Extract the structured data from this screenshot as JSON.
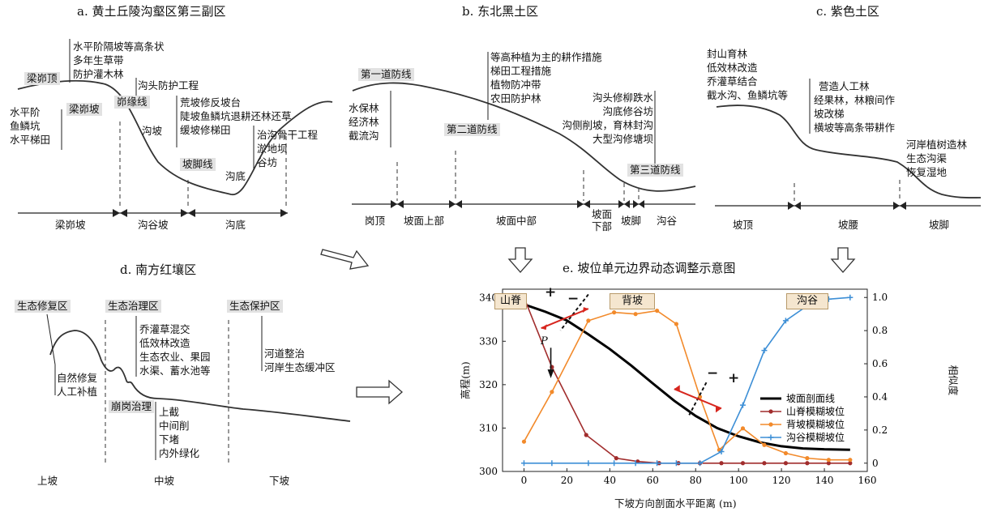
{
  "panel_a": {
    "title": "a. 黄土丘陵沟壑区第三副区",
    "tag_ridge_top": "梁峁顶",
    "ridge_top_measures": [
      "水平阶隔坡等高条状",
      "多年生草带",
      "防护灌木林"
    ],
    "ridge_slope_label": "梁峁坡",
    "ridge_slope_measures": [
      "水平阶",
      "鱼鳞坑",
      "水平梯田"
    ],
    "tag_edge_line": "峁缘线",
    "gully_head": "沟头防护工程",
    "gully_slope_label": "沟坡",
    "gully_slope_measures": [
      "荒坡修反坡台",
      "陡坡鱼鳞坑退耕还林还草",
      "缓坡修梯田"
    ],
    "tag_toe_line": "坡脚线",
    "gully_bottom_label": "沟底",
    "gully_bottom_measures": [
      "治沟骨干工程",
      "淤地坝",
      "谷坊"
    ],
    "axis": [
      "梁峁坡",
      "沟谷坡",
      "沟底"
    ]
  },
  "panel_b": {
    "title": "b. 东北黑土区",
    "tag_line1": "第一道防线",
    "line1_measures": [
      "水保林",
      "经济林",
      "截流沟"
    ],
    "top_measures": [
      "等高种植为主的耕作措施",
      "梯田工程措施",
      "植物防冲带",
      "农田防护林"
    ],
    "tag_line2": "第二道防线",
    "right_measures": [
      "沟头修柳跌水",
      "沟底修谷坊",
      "沟侧削坡，育林封沟",
      "大型沟修塘坝"
    ],
    "tag_line3": "第三道防线",
    "axis": [
      "岗顶",
      "坡面上部",
      "坡面中部",
      "坡面",
      "下部",
      "坡脚",
      "沟谷"
    ]
  },
  "panel_c": {
    "title": "c. 紫色土区",
    "top_measures": [
      "封山育林",
      "低效林改造",
      "乔灌草结合",
      "截水沟、鱼鳞坑等"
    ],
    "mid_measures": [
      "营造人工林",
      "经果林，林粮间作",
      "坡改梯",
      "横坡等高条带耕作"
    ],
    "foot_measures": [
      "河岸植树造林",
      "生态沟渠",
      "恢复湿地"
    ],
    "axis": [
      "坡顶",
      "坡腰",
      "坡脚"
    ]
  },
  "panel_d": {
    "title": "d. 南方红壤区",
    "tag_restore": "生态修复区",
    "restore_measures": [
      "自然修复",
      "人工补植"
    ],
    "tag_govern": "生态治理区",
    "govern_measures": [
      "乔灌草混交",
      "低效林改造",
      "生态农业、果园",
      "水渠、蓄水池等"
    ],
    "tag_collapse": "崩岗治理",
    "collapse_measures": [
      "上截",
      "中间削",
      "下堵",
      "内外绿化"
    ],
    "tag_protect": "生态保护区",
    "protect_measures": [
      "河道整治",
      "河岸生态缓冲区"
    ],
    "axis": [
      "上坡",
      "中坡",
      "下坡"
    ]
  },
  "panel_e": {
    "title": "e. 坡位单元边界动态调整示意图",
    "tags": [
      "山脊",
      "背坡",
      "沟谷"
    ],
    "point_label": "P",
    "plus_sign": "+",
    "minus_sign": "−"
  },
  "chart_data": {
    "type": "line",
    "xlabel": "下坡方向剖面水平距离 (m)",
    "ylabel": "高程(m)",
    "y2label": "相似度",
    "xlim": [
      -10,
      160
    ],
    "ylim": [
      300,
      342
    ],
    "y2lim": [
      -0.05,
      1.05
    ],
    "xticks": [
      0,
      20,
      40,
      60,
      80,
      100,
      120,
      140,
      160
    ],
    "yticks": [
      300,
      310,
      320,
      330,
      340
    ],
    "y2ticks": [
      0,
      0.2,
      0.4,
      0.6,
      0.8,
      1.0
    ],
    "y2tick_labels": [
      "0",
      "0.2",
      "0.4",
      "0.6",
      "0.8",
      "1.0"
    ],
    "legend_position": "right",
    "profile": {
      "name": "坡面剖面线",
      "color": "#000000",
      "x": [
        0,
        10,
        20,
        30,
        40,
        50,
        60,
        70,
        80,
        90,
        100,
        110,
        120,
        130,
        140,
        152
      ],
      "y": [
        338.5,
        336.8,
        334.8,
        331.6,
        328.2,
        324.4,
        320.3,
        316.3,
        312.8,
        310.0,
        308.1,
        306.7,
        305.8,
        305.3,
        305.1,
        305.0
      ]
    },
    "series": [
      {
        "name": "山脊模糊坡位",
        "color": "#a12d2d",
        "marker": "circle",
        "x": [
          0,
          13,
          29,
          43,
          53,
          63,
          72,
          82,
          92,
          102,
          112,
          122,
          132,
          142,
          152
        ],
        "y": [
          1.0,
          0.58,
          0.17,
          0.03,
          0.01,
          0.0,
          0.0,
          0.0,
          0.0,
          0.0,
          0.0,
          0.0,
          0.0,
          0.0,
          0.0
        ]
      },
      {
        "name": "背坡模糊坡位",
        "color": "#f28a2b",
        "marker": "circle",
        "x": [
          0,
          13,
          30,
          42,
          52,
          62,
          71,
          82,
          91,
          102,
          112,
          122,
          132,
          142,
          152
        ],
        "y": [
          0.13,
          0.43,
          0.86,
          0.91,
          0.9,
          0.92,
          0.84,
          0.4,
          0.08,
          0.21,
          0.11,
          0.06,
          0.03,
          0.02,
          0.02
        ]
      },
      {
        "name": "沟谷模糊坡位",
        "color": "#3d8fd6",
        "marker": "cross",
        "x": [
          0,
          13,
          30,
          42,
          52,
          62,
          71,
          82,
          92,
          102,
          112,
          122,
          132,
          142,
          152
        ],
        "y": [
          0.0,
          0.0,
          0.0,
          0.0,
          0.0,
          0.0,
          0.0,
          0.0,
          0.07,
          0.35,
          0.68,
          0.86,
          0.95,
          0.99,
          1.0
        ]
      }
    ]
  }
}
